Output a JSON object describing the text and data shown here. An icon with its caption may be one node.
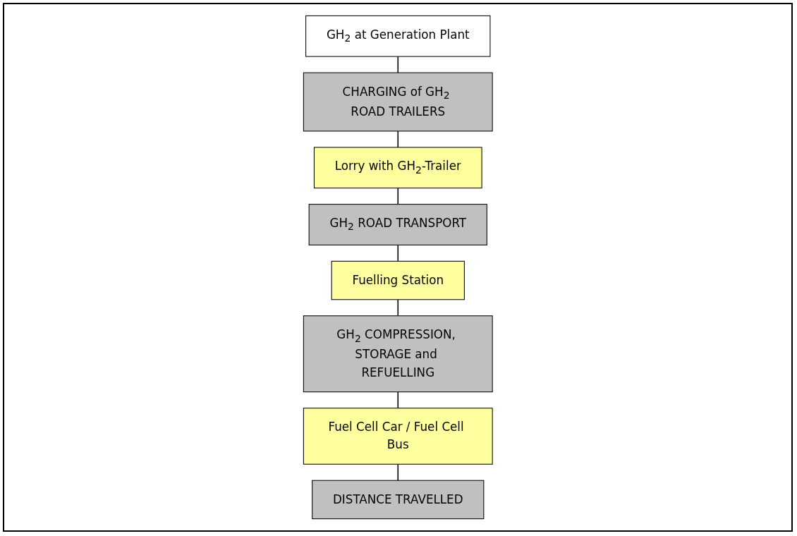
{
  "diagram": {
    "nodes": [
      {
        "text": [
          "GH$_{2}$ at Generation Plant"
        ]
      },
      {
        "text": [
          "CHARGING of GH$_{2}$ ROAD TRAILERS"
        ]
      },
      {
        "text": [
          "Lorry with GH$_{2}$-Trailer"
        ]
      },
      {
        "text": [
          "GH$_{2}$ ROAD TRANSPORT"
        ]
      },
      {
        "text": [
          "Fuelling Station"
        ]
      },
      {
        "text": [
          "GH$_{2}$ COMPRESSION, STORAGE and REFUELLING"
        ]
      },
      {
        "text": [
          "Fuel Cell Car / Fuel Cell Bus"
        ]
      },
      {
        "text": [
          "DISTANCE TRAVELLED"
        ]
      }
    ],
    "edges": [
      {
        "from": 0,
        "to": 1,
        "arrow": "none"
      },
      {
        "from": 1,
        "to": 2,
        "arrow": "none"
      },
      {
        "from": 2,
        "to": 3,
        "arrow": "none"
      },
      {
        "from": 3,
        "to": 4,
        "arrow": "none"
      },
      {
        "from": 4,
        "to": 5,
        "arrow": "none"
      },
      {
        "from": 5,
        "to": 6,
        "arrow": "none"
      },
      {
        "from": 6,
        "to": 7,
        "arrow": "none"
      }
    ]
  }
}
